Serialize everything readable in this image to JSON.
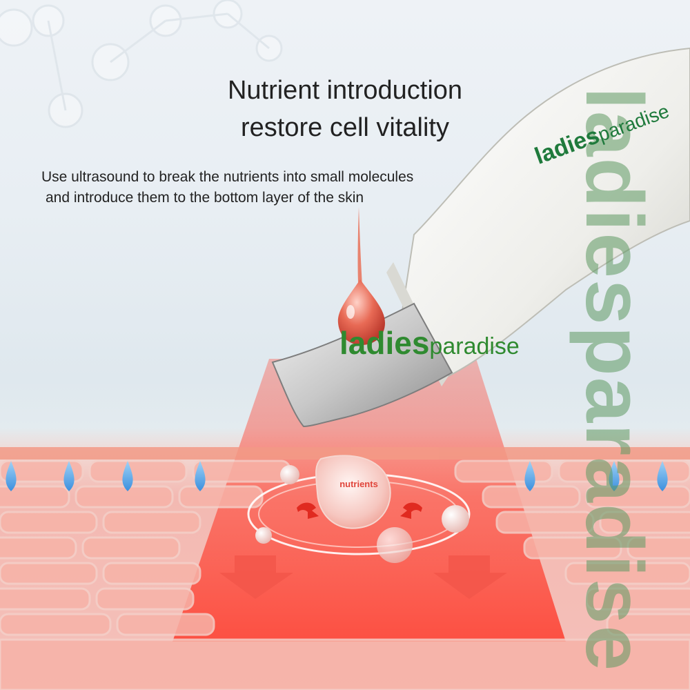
{
  "headline": {
    "line1": "Nutrient introduction",
    "line2": "restore cell vitality"
  },
  "description": {
    "line1": "Use ultrasound to break the nutrients into small molecules",
    "line2": "and introduce them to the bottom layer of the skin"
  },
  "brand": {
    "part1": "ladies",
    "part2": "paradise",
    "watermark": "ladiesparadise"
  },
  "device_print": {
    "part1": "ladies",
    "part2": "paradise"
  },
  "molecule_label": "nutrients",
  "colors": {
    "brand_green": "#2f8a30",
    "skin_red": "#f08a80",
    "laser_red": "#ff3b30",
    "droplet_blue": "#4aa3e8"
  }
}
